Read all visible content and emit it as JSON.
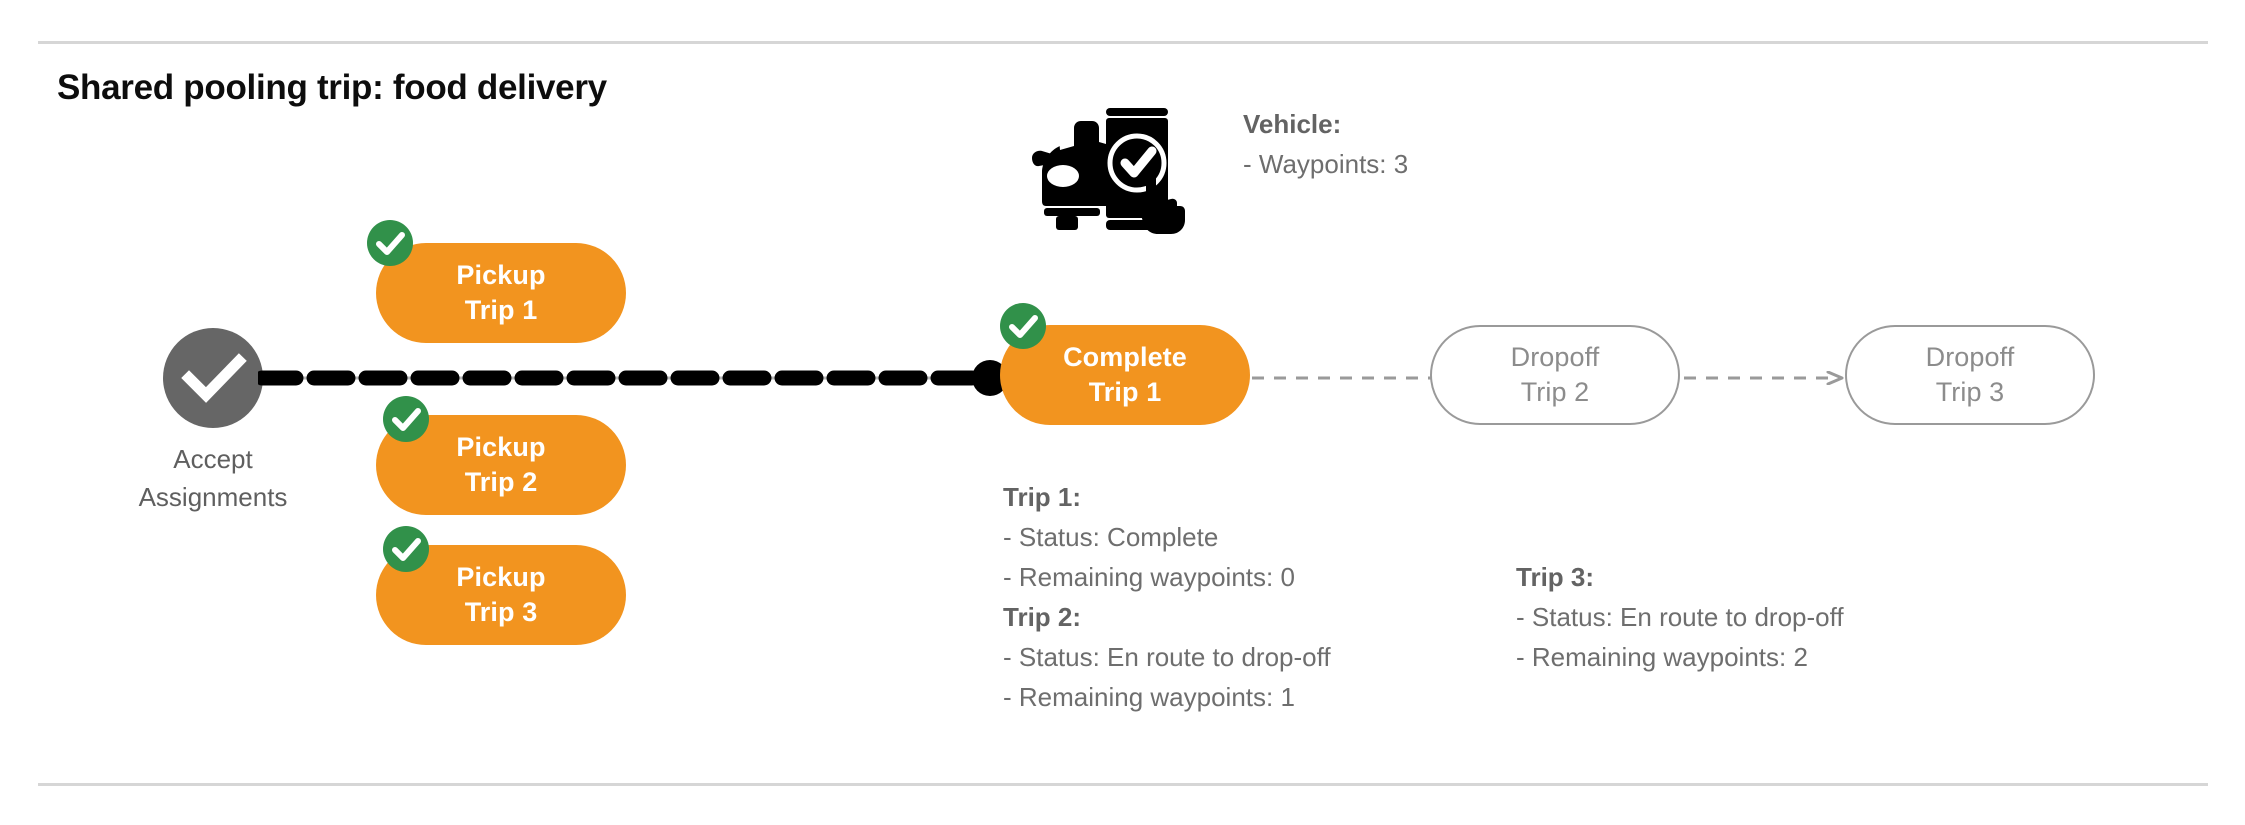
{
  "slide": {
    "title": "Shared pooling trip: food delivery"
  },
  "colors": {
    "orange": "#F2941F",
    "green": "#31914A",
    "gray_node": "#666666",
    "text_gray": "#6E6E6E",
    "outline_gray": "#9A9A9A",
    "rule_gray": "#D6D6D6",
    "black": "#000000"
  },
  "vehicle": {
    "icon": "car-phone-check-icon",
    "heading": "Vehicle:",
    "detail": "- Waypoints: 3"
  },
  "accept_node": {
    "icon": "check-circle-icon",
    "label_line_1": "Accept",
    "label_line_2": "Assignments"
  },
  "pickups": [
    {
      "line_1": "Pickup",
      "line_2": "Trip 1",
      "badge": "check-badge-icon",
      "completed": true
    },
    {
      "line_1": "Pickup",
      "line_2": "Trip 2",
      "badge": "check-badge-icon",
      "completed": true
    },
    {
      "line_1": "Pickup",
      "line_2": "Trip 3",
      "badge": "check-badge-icon",
      "completed": true
    }
  ],
  "complete_node": {
    "line_1": "Complete",
    "line_2": "Trip 1",
    "badge": "check-badge-icon",
    "completed": true
  },
  "dropoffs": [
    {
      "line_1": "Dropoff",
      "line_2": "Trip 2",
      "completed": false
    },
    {
      "line_1": "Dropoff",
      "line_2": "Trip 3",
      "completed": false
    }
  ],
  "trip_details_left": {
    "trip1_heading": "Trip 1:",
    "trip1_status": "- Status:  Complete",
    "trip1_waypoints": "- Remaining waypoints: 0",
    "trip2_heading": "Trip 2:",
    "trip2_status": "- Status:  En route to drop-off",
    "trip2_waypoints": "- Remaining waypoints: 1"
  },
  "trip_details_right": {
    "trip3_heading": "Trip 3:",
    "trip3_status": "- Status:  En route to drop-off",
    "trip3_waypoints": "- Remaining waypoints: 2"
  }
}
